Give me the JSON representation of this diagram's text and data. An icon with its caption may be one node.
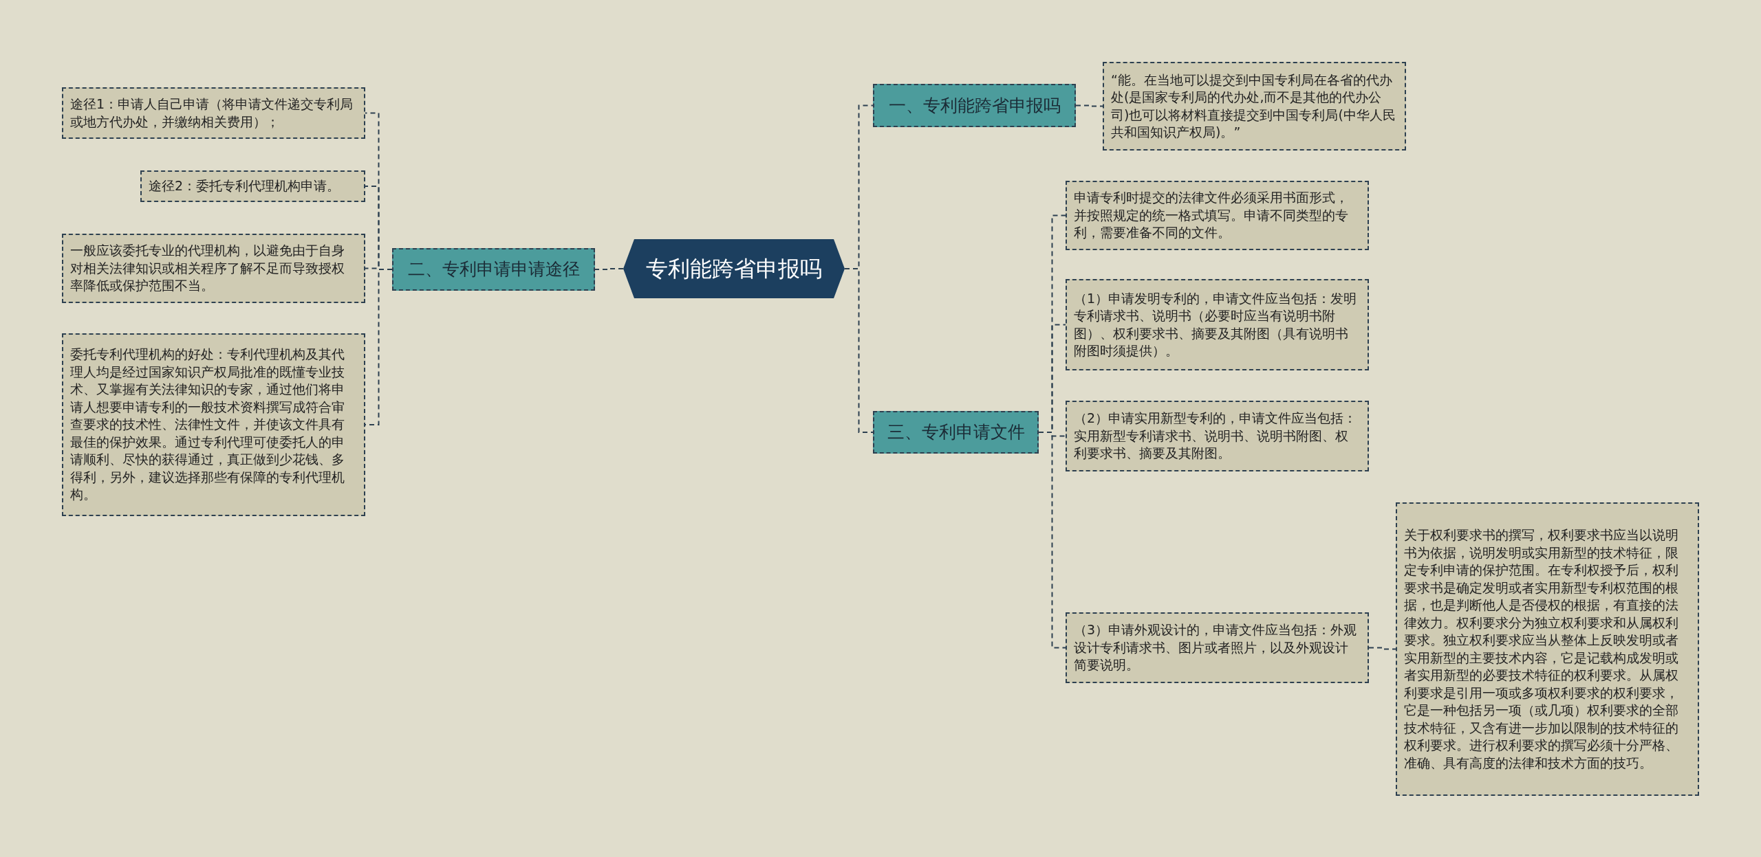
{
  "diagram": {
    "nodes": [
      {
        "text": [
          "专利能跨省申报吗"
        ]
      },
      {
        "text": [
          "一、专利能跨省申报吗"
        ]
      },
      {
        "text": [
          "“能。在当地可以提交到中国专利局在各省的代办处(是国家专利局的代办处,而不是其他的代办公司)也可以将材料直接提交到中国专利局(中华人民共和国知识产权局)。”"
        ]
      },
      {
        "text": [
          "二、专利申请申请途径"
        ]
      },
      {
        "text": [
          "途径1：申请人自己申请（将申请文件递交专利局或地方代办处，并缴纳相关费用）；"
        ]
      },
      {
        "text": [
          "途径2：委托专利代理机构申请。"
        ]
      },
      {
        "text": [
          "一般应该委托专业的代理机构，以避免由于自身对相关法律知识或相关程序了解不足而导致授权率降低或保护范围不当。"
        ]
      },
      {
        "text": [
          "委托专利代理机构的好处：专利代理机构及其代理人均是经过国家知识产权局批准的既懂专业技术、又掌握有关法律知识的专家，通过他们将申请人想要申请专利的一般技术资料撰写成符合审查要求的技术性、法律性文件，并使该文件具有最佳的保护效果。通过专利代理可使委托人的申请顺利、尽快的获得通过，真正做到少花钱、多得利，另外，建议选择那些有保障的专利代理机构。"
        ]
      },
      {
        "text": [
          "三、专利申请文件"
        ]
      },
      {
        "text": [
          "申请专利时提交的法律文件必须采用书面形式，并按照规定的统一格式填写。申请不同类型的专利，需要准备不同的文件。"
        ]
      },
      {
        "text": [
          "（1）申请发明专利的，申请文件应当包括：发明专利请求书、说明书（必要时应当有说明书附图）、权利要求书、摘要及其附图（具有说明书附图时须提供）。"
        ]
      },
      {
        "text": [
          "（2）申请实用新型专利的，申请文件应当包括：实用新型专利请求书、说明书、说明书附图、权利要求书、摘要及其附图。"
        ]
      },
      {
        "text": [
          "（3）申请外观设计的，申请文件应当包括：外观设计专利请求书、图片或者照片，以及外观设计简要说明。"
        ]
      },
      {
        "text": [
          "关于权利要求书的撰写，权利要求书应当以说明书为依据，说明发明或实用新型的技术特征，限定专利申请的保护范围。在专利权授予后，权利要求书是确定发明或者实用新型专利权范围的根据，也是判断他人是否侵权的根据，有直接的法律效力。权利要求分为独立权利要求和从属权利要求。独立权利要求应当从整体上反映发明或者实用新型的主要技术内容，它是记载构成发明或者实用新型的必要技术特征的权利要求。从属权利要求是引用一项或多项权利要求的权利要求，它是一种包括另一项（或几项）权利要求的全部技术特征，又含有进一步加以限制的技术特征的权利要求。进行权利要求的撰写必须十分严格、准确、具有高度的法律和技术方面的技巧。"
        ]
      }
    ],
    "edges": [
      {
        "from": 0,
        "to": 1,
        "arrow": "none",
        "style": "dashed"
      },
      {
        "from": 1,
        "to": 2,
        "arrow": "none",
        "style": "dashed"
      },
      {
        "from": 0,
        "to": 3,
        "arrow": "none",
        "style": "dashed"
      },
      {
        "from": 3,
        "to": 4,
        "arrow": "none",
        "style": "dashed"
      },
      {
        "from": 3,
        "to": 5,
        "arrow": "none",
        "style": "dashed"
      },
      {
        "from": 3,
        "to": 6,
        "arrow": "none",
        "style": "dashed"
      },
      {
        "from": 3,
        "to": 7,
        "arrow": "none",
        "style": "dashed"
      },
      {
        "from": 0,
        "to": 8,
        "arrow": "none",
        "style": "dashed"
      },
      {
        "from": 8,
        "to": 9,
        "arrow": "none",
        "style": "dashed"
      },
      {
        "from": 8,
        "to": 10,
        "arrow": "none",
        "style": "dashed"
      },
      {
        "from": 8,
        "to": 11,
        "arrow": "none",
        "style": "dashed"
      },
      {
        "from": 8,
        "to": 12,
        "arrow": "none",
        "style": "dashed"
      },
      {
        "from": 12,
        "to": 13,
        "arrow": "none",
        "style": "dashed"
      }
    ]
  }
}
